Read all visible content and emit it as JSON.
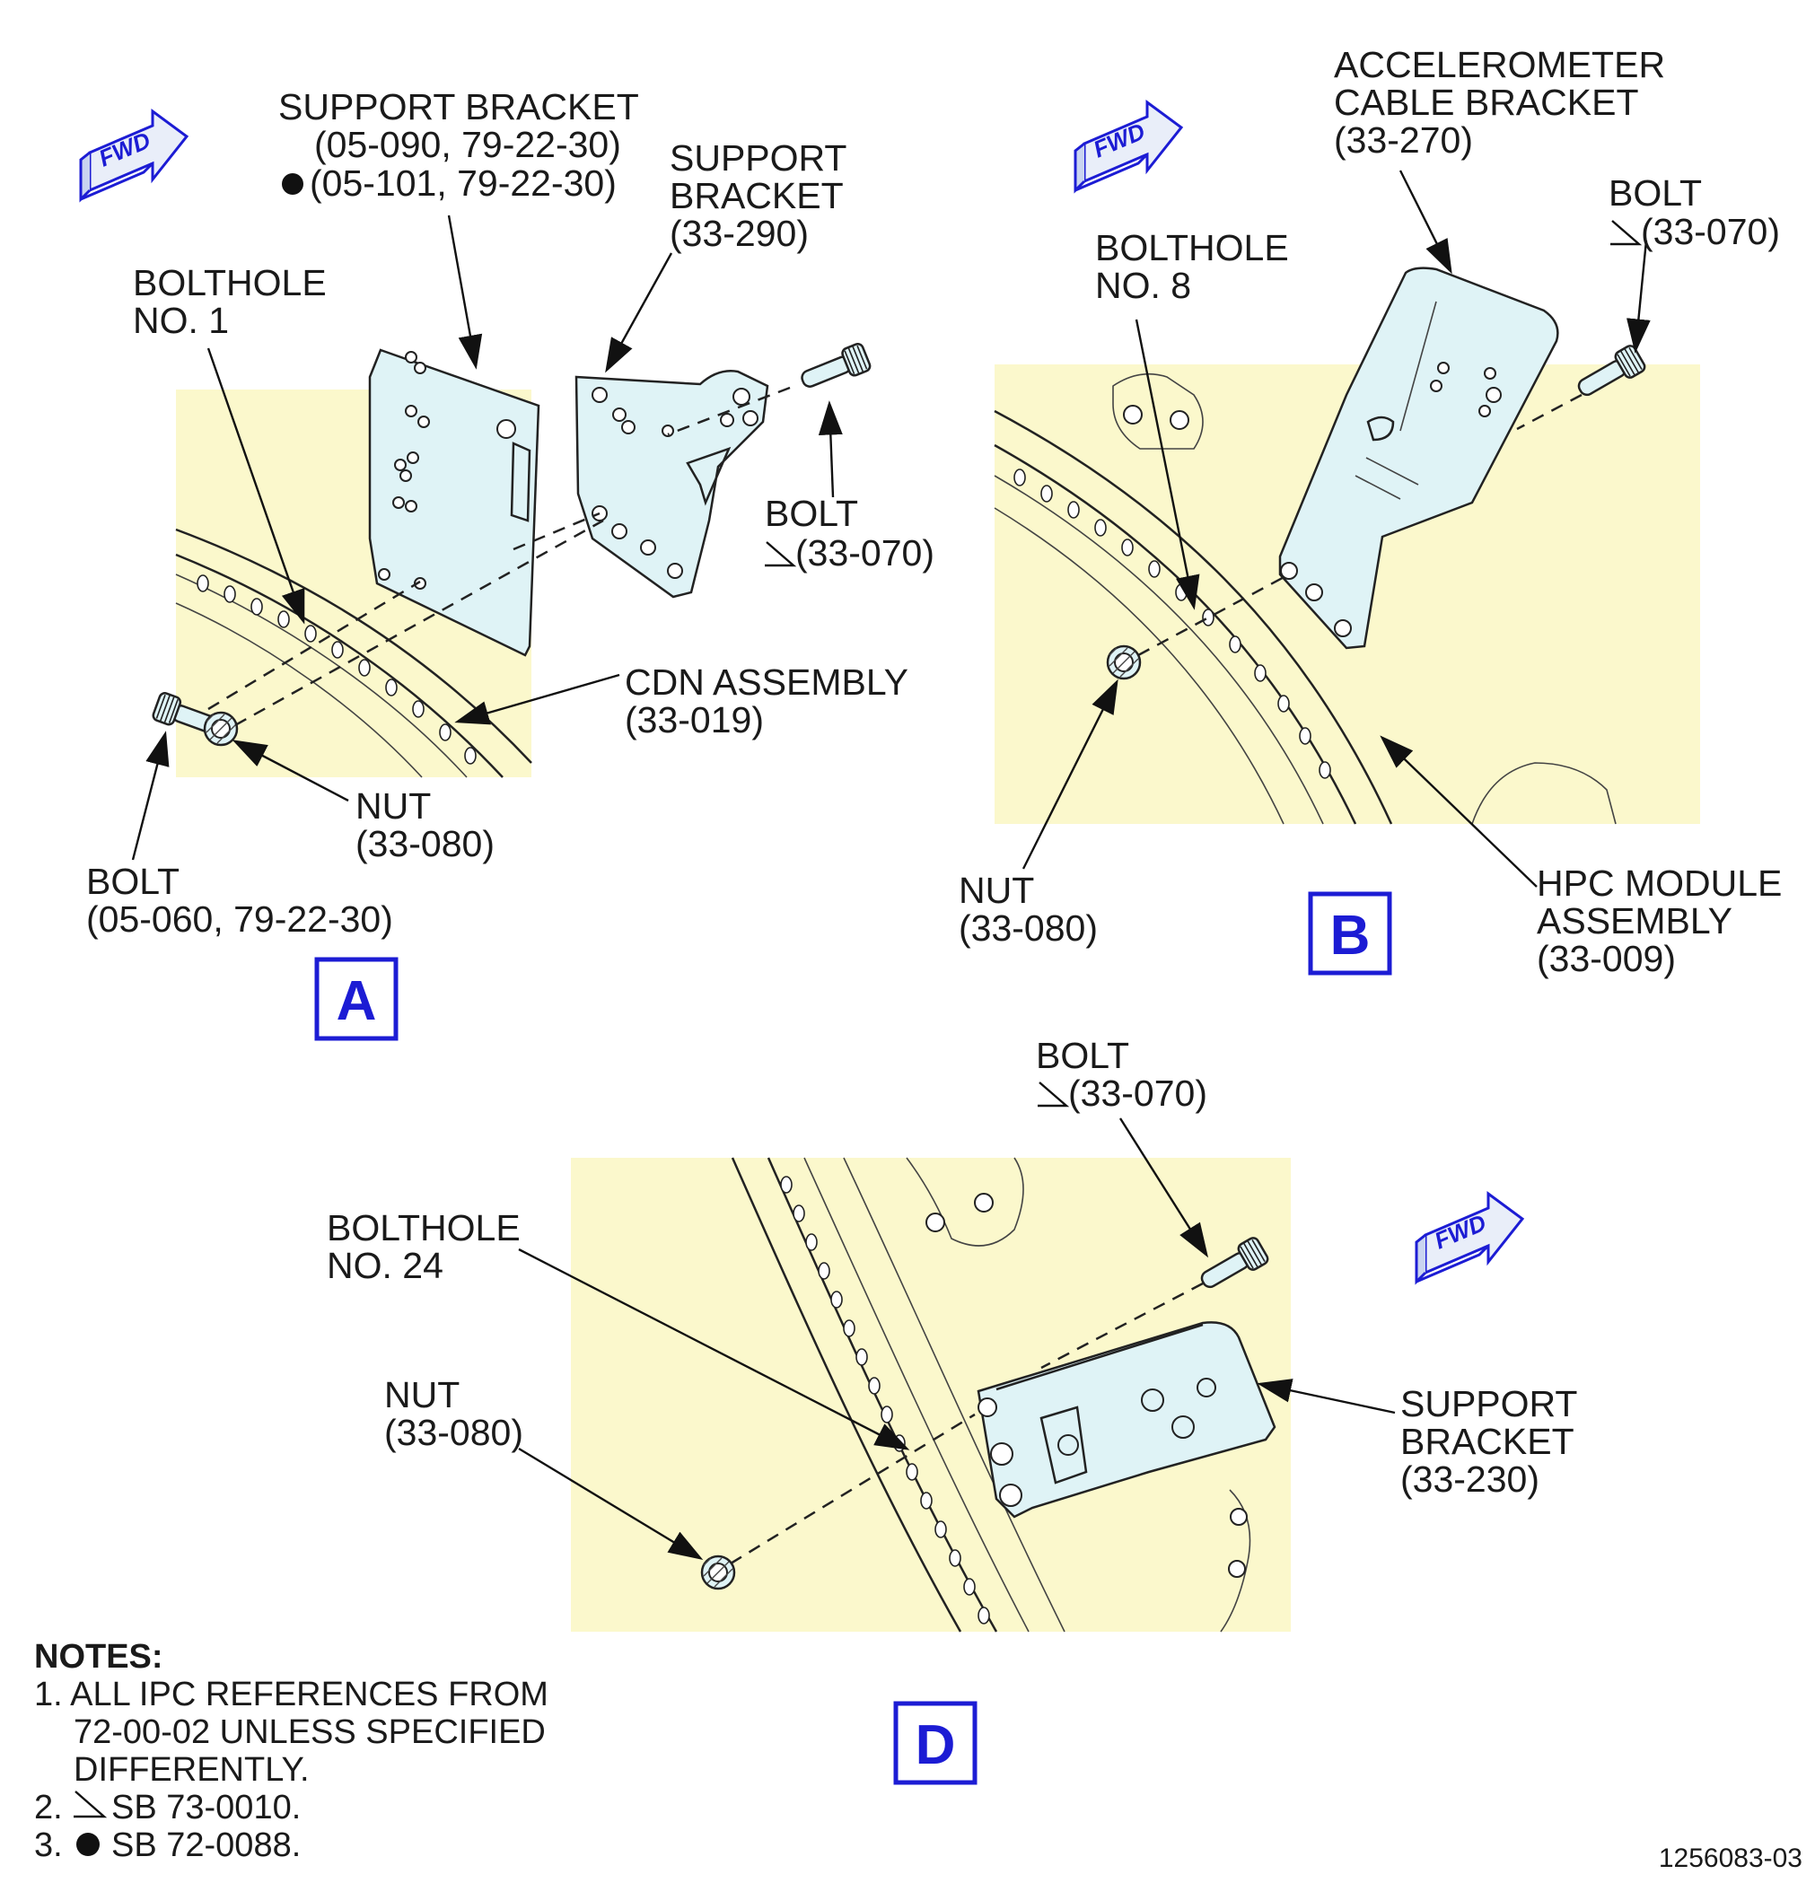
{
  "view_a": {
    "view_label": "A",
    "fwd": "FWD",
    "support_bracket_1": {
      "name": "SUPPORT BRACKET",
      "ref_1": "(05-090, 79-22-30)",
      "ref_2": "(05-101, 79-22-30)"
    },
    "support_bracket_2": {
      "line_1": "SUPPORT",
      "line_2": "BRACKET",
      "ref": "(33-290)"
    },
    "bolthole": {
      "line_1": "BOLTHOLE",
      "line_2": "NO. 1"
    },
    "bolt_right": {
      "name": "BOLT",
      "ref": "(33-070)"
    },
    "cdn_assembly": {
      "name": "CDN ASSEMBLY",
      "ref": "(33-019)"
    },
    "nut": {
      "name": "NUT",
      "ref": "(33-080)"
    },
    "bolt_left": {
      "name": "BOLT",
      "ref": "(05-060, 79-22-30)"
    }
  },
  "view_b": {
    "view_label": "B",
    "fwd": "FWD",
    "accelerometer_bracket": {
      "line_1": "ACCELEROMETER",
      "line_2": "CABLE BRACKET",
      "ref": "(33-270)"
    },
    "bolt": {
      "name": "BOLT",
      "ref": "(33-070)"
    },
    "bolthole": {
      "line_1": "BOLTHOLE",
      "line_2": "NO. 8"
    },
    "nut": {
      "name": "NUT",
      "ref": "(33-080)"
    },
    "hpc_module": {
      "line_1": "HPC MODULE",
      "line_2": "ASSEMBLY",
      "ref": "(33-009)"
    }
  },
  "view_d": {
    "view_label": "D",
    "fwd": "FWD",
    "bolt": {
      "name": "BOLT",
      "ref": "(33-070)"
    },
    "bolthole": {
      "line_1": "BOLTHOLE",
      "line_2": "NO. 24"
    },
    "nut": {
      "name": "NUT",
      "ref": "(33-080)"
    },
    "support_bracket": {
      "line_1": "SUPPORT",
      "line_2": "BRACKET",
      "ref": "(33-230)"
    }
  },
  "notes": {
    "heading": "NOTES:",
    "note_1_line_1": "1. ALL IPC REFERENCES FROM",
    "note_1_line_2": "72-00-02 UNLESS SPECIFIED",
    "note_1_line_3": "DIFFERENTLY.",
    "note_2": "SB 73-0010.",
    "note_2_num": "2.",
    "note_3": "SB 72-0088.",
    "note_3_num": "3."
  },
  "figure_id": "1256083-03",
  "colors": {
    "background_panel": "#fbf8cc",
    "part_fill": "#dff3f6",
    "view_label": "#1c1cd4"
  }
}
